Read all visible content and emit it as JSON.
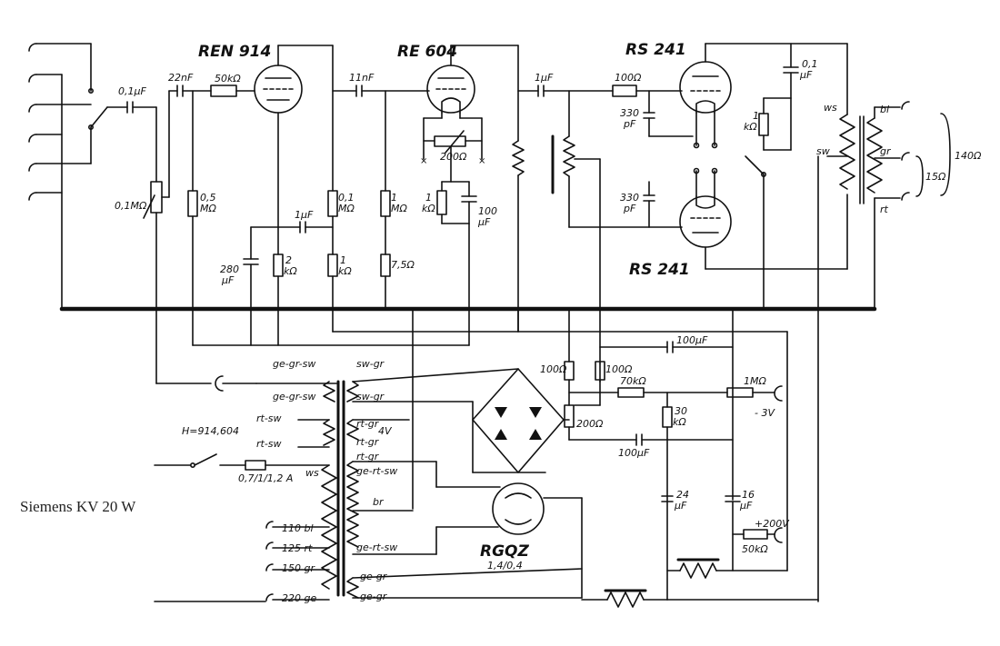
{
  "caption": "Siemens KV 20 W",
  "tubes": {
    "t1": "REN 914",
    "t2": "RE 604",
    "t3": "RS 241",
    "t4": "RS 241",
    "rect": "RGQZ",
    "rect_spec": "1,4/0,4"
  },
  "components": {
    "c_in": "0,1µF",
    "c_22n": "22nF",
    "r_50k": "50kΩ",
    "pot_in": "0,1MΩ",
    "r_05m": "0,5",
    "r_05m_u": "MΩ",
    "c_11n": "11nF",
    "r_01m": "0,1",
    "r_01m_u": "MΩ",
    "c_1u_mid": "1µF",
    "c_280": "280",
    "c_280_u": "µF",
    "r_2k": "2",
    "r_2k_u": "kΩ",
    "r_1k_a": "1",
    "r_1k_a_u": "kΩ",
    "r_1m": "1",
    "r_1m_u": "MΩ",
    "r_7_5": "7,5Ω",
    "r_1k_b": "1",
    "r_1k_b_u": "kΩ",
    "c_100_top": "100",
    "c_100_top_u": "µF",
    "pot_200_top": "200Ω",
    "c_1u_rs": "1µF",
    "r_100_rs": "100Ω",
    "c_330_a": "330",
    "c_330_a_u": "pF",
    "c_330_b": "330",
    "c_330_b_u": "pF",
    "c_01_out": "0,1",
    "c_01_out_u": "µF",
    "r_1k_out": "1",
    "r_1k_out_u": "kΩ",
    "r_100_a": "100Ω",
    "r_100_b": "100Ω",
    "c_100_mid": "100µF",
    "r_70k": "70kΩ",
    "r_1m_bias": "1MΩ",
    "v_neg3": "- 3V",
    "r_30k": "30",
    "r_30k_u": "kΩ",
    "pot_200_bias": "200Ω",
    "c_100_low": "100µF",
    "c_24": "24",
    "c_24_u": "µF",
    "c_16": "16",
    "c_16_u": "µF",
    "r_50k_b": "50kΩ",
    "v_200": "+200V",
    "fuse": "0,7/1/1,2 A",
    "heater": "H=914,604",
    "v_4": "4V"
  },
  "output": {
    "ws": "ws",
    "sw": "sw",
    "bl": "bl",
    "gr": "gr",
    "rt": "rt",
    "ohm15": "15Ω",
    "ohm140": "140Ω"
  },
  "transformer": {
    "ge_gr_sw_1": "ge-gr-sw",
    "ge_gr_sw_2": "ge-gr-sw",
    "sw_gr_1": "sw-gr",
    "sw_gr_2": "sw-gr",
    "rt_sw_1": "rt-sw",
    "rt_sw_2": "rt-sw",
    "rt_gr_1": "rt-gr",
    "rt_gr_2": "rt-gr",
    "rt_gr_3": "rt-gr",
    "ge_rt_sw_1": "ge-rt-sw",
    "ge_rt_sw_2": "ge-rt-sw",
    "br": "br",
    "ge_gr_1": "ge-gr",
    "ge_gr_2": "ge-gr",
    "ws": "ws",
    "tap_110": "110 bl",
    "tap_125": "125 rt",
    "tap_150": "150 gr",
    "tap_220": "220 ge"
  }
}
